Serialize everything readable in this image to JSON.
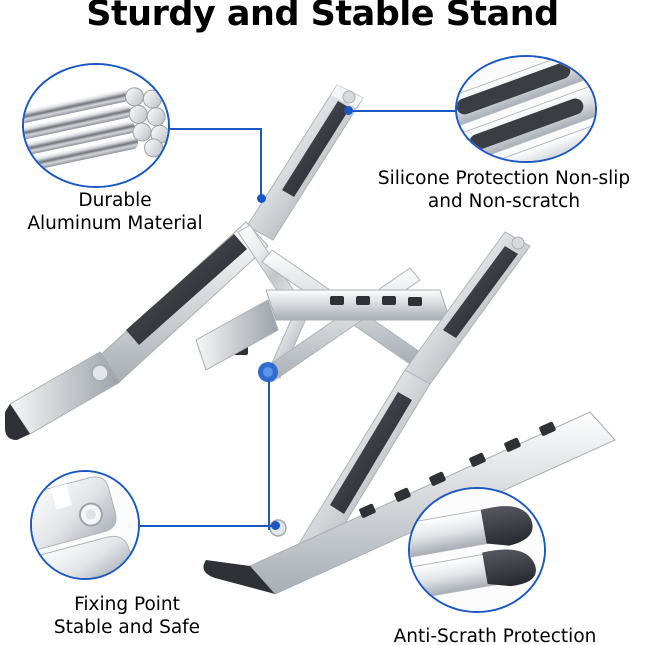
{
  "title": "Sturdy and Stable Stand",
  "callouts": [
    {
      "id": "aluminum",
      "label": "Durable\nAluminum Material",
      "icon": "aluminum-tubes-closeup"
    },
    {
      "id": "silicone",
      "label": "Silicone Protection Non-slip\nand Non-scratch",
      "icon": "silicone-pads-closeup"
    },
    {
      "id": "fixing",
      "label": "Fixing Point\nStable and Safe",
      "icon": "hinge-pivot-closeup"
    },
    {
      "id": "scratch",
      "label": "Anti-Scrath Protection",
      "icon": "rubber-foot-closeup"
    }
  ],
  "colors": {
    "accent": "#1a56c4",
    "aluminum_light": "#f2f3f4",
    "aluminum_mid": "#cfd2d5",
    "aluminum_dark": "#9aa0a5",
    "silicone": "#3b3f44",
    "background": "#ffffff"
  },
  "product": {
    "name": "foldable aluminum laptop stand",
    "view": "side profile, open position"
  }
}
